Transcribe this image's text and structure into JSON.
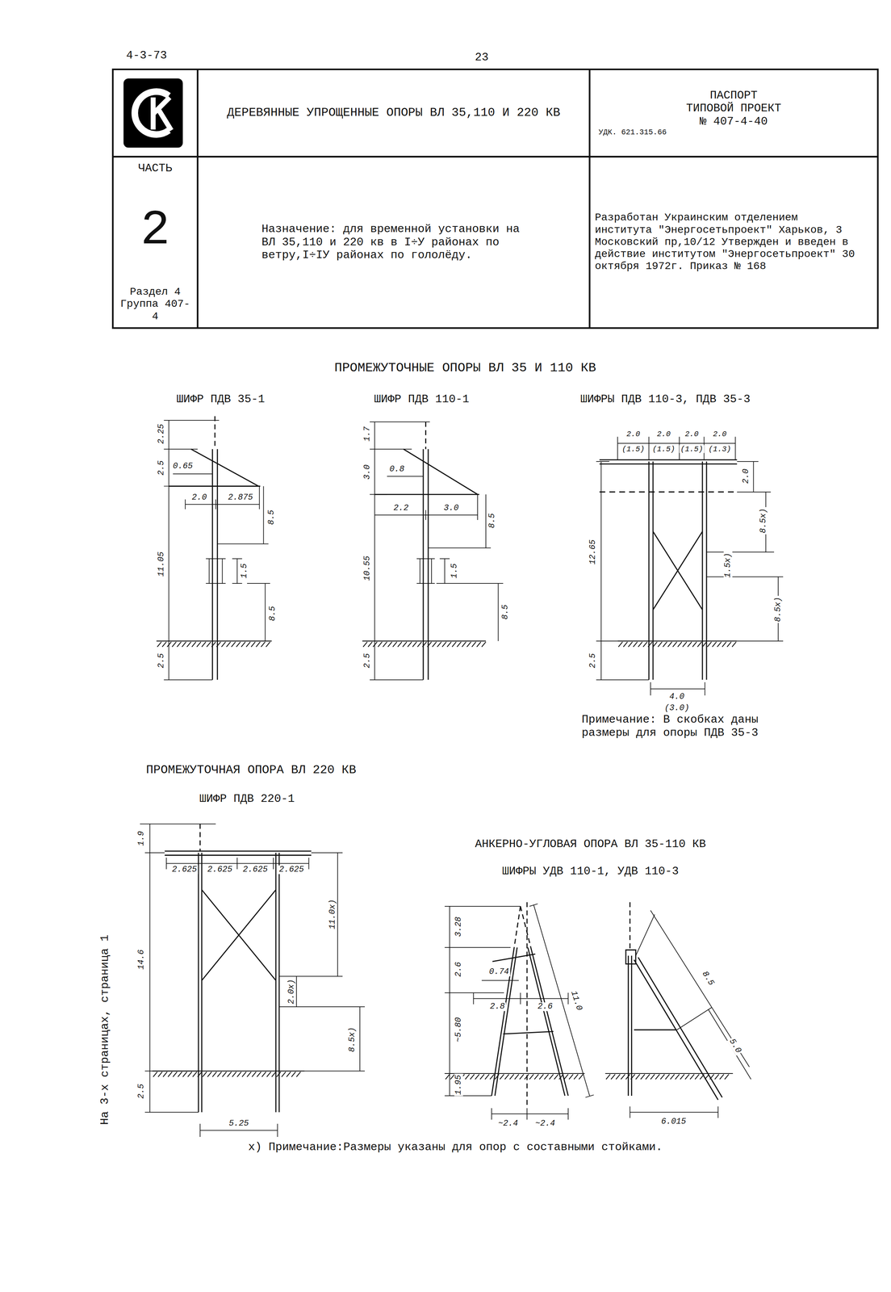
{
  "diagram": {
    "nodes": [
      {
        "text": [
          "ДЕРЕВЯННЫЕ УПРОЩЕННЫЕ ОПОРЫ ВЛ 35,110 И 220 КВ"
        ]
      },
      {
        "text": [
          "ПАСПОРТ ТИПОВОЙ ПРОЕКТ № 407-4-40",
          "УДК. 621.315.66"
        ]
      },
      {
        "text": [
          "ЧАСТЬ",
          "2",
          "Раздел 4 Группа 407-4"
        ]
      },
      {
        "text": [
          "Назначение: для временной установки на ВЛ 35,110 и 220 кв в I÷У районах по ветру,I÷IУ районах по гололёду."
        ]
      },
      {
        "text": [
          "Разработан Украинским отделением института \"Энергосетьпроект\" Харьков, 3 Московский пр,10/12 Утвержден и введен в действие институтом \"Энергосетьпроект\" 30 октября 1972г. Приказ № 168"
        ]
      }
    ],
    "labels": [
      "4-3-73",
      "23",
      "ПРОМЕЖУТОЧНЫЕ ОПОРЫ ВЛ 35 И 110 КВ",
      "ШИФР ПДВ 35-1",
      "ШИФР ПДВ 110-1",
      "ШИФРЫ ПДВ 110-3, ПДВ 35-3",
      "2.25",
      "2.5",
      "0.65",
      "2.0",
      "2.875",
      "8.5",
      "11.05",
      "1.5",
      "8.5",
      "2.5",
      "1.7",
      "3.0",
      "0.8",
      "2.2",
      "3.0",
      "8.5",
      "10.55",
      "1.5",
      "8.5",
      "2.5",
      "2.0",
      "(1.5)",
      "2.0",
      "(1.5)",
      "2.0",
      "(1.5)",
      "2.0",
      "(1.3)",
      "2.0",
      "8.5x)",
      "12.65",
      "1.5x)",
      "8.5x)",
      "2.5",
      "4.0",
      "(3.0)",
      "Примечание: В скобках даны размеры для опоры ПДВ 35-3",
      "ПРОМЕЖУТОЧНАЯ ОПОРА ВЛ 220 КВ",
      "ШИФР ПДВ 220-1",
      "1.9",
      "2.625",
      "2.625",
      "2.625",
      "2.625",
      "14.6",
      "11.0x)",
      "2.0x)",
      "8.5x)",
      "2.5",
      "5.25",
      "АНКЕРНО-УГЛОВАЯ ОПОРА ВЛ 35-110 КВ",
      "ШИФРЫ УДВ 110-1, УДВ 110-3",
      "3.28",
      "2.6",
      "0.74",
      "2.8",
      "2.6",
      "~5.80",
      "11.0",
      "1.95",
      "~2.4",
      "~2.4",
      "8.5",
      "5.0",
      "6.015",
      "x) Примечание:Размеры указаны для опор с составными стойками.",
      "На 3-х страницах, страница 1"
    ]
  }
}
